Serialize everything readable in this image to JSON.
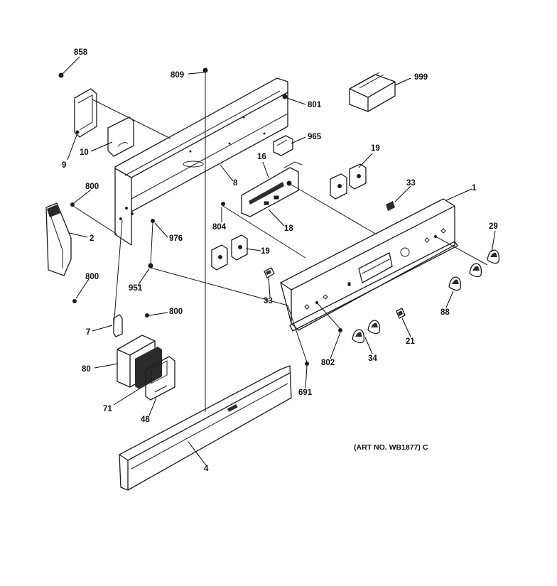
{
  "callouts": {
    "c858": "858",
    "c809": "809",
    "c999": "999",
    "c801": "801",
    "c965": "965",
    "c9": "9",
    "c10": "10",
    "c19a": "19",
    "c16": "16",
    "c8": "8",
    "c1": "1",
    "c33a": "33",
    "c800a": "800",
    "c2": "2",
    "c804": "804",
    "c18": "18",
    "c976": "976",
    "c29": "29",
    "c19b": "19",
    "c951": "951",
    "c800b": "800",
    "c33b": "33",
    "c88": "88",
    "c7": "7",
    "c800c": "800",
    "c21": "21",
    "c802": "802",
    "c34": "34",
    "c80": "80",
    "c691": "691",
    "c71": "71",
    "c48": "48",
    "c4": "4"
  },
  "art_number": "(ART NO. WB1877) C"
}
